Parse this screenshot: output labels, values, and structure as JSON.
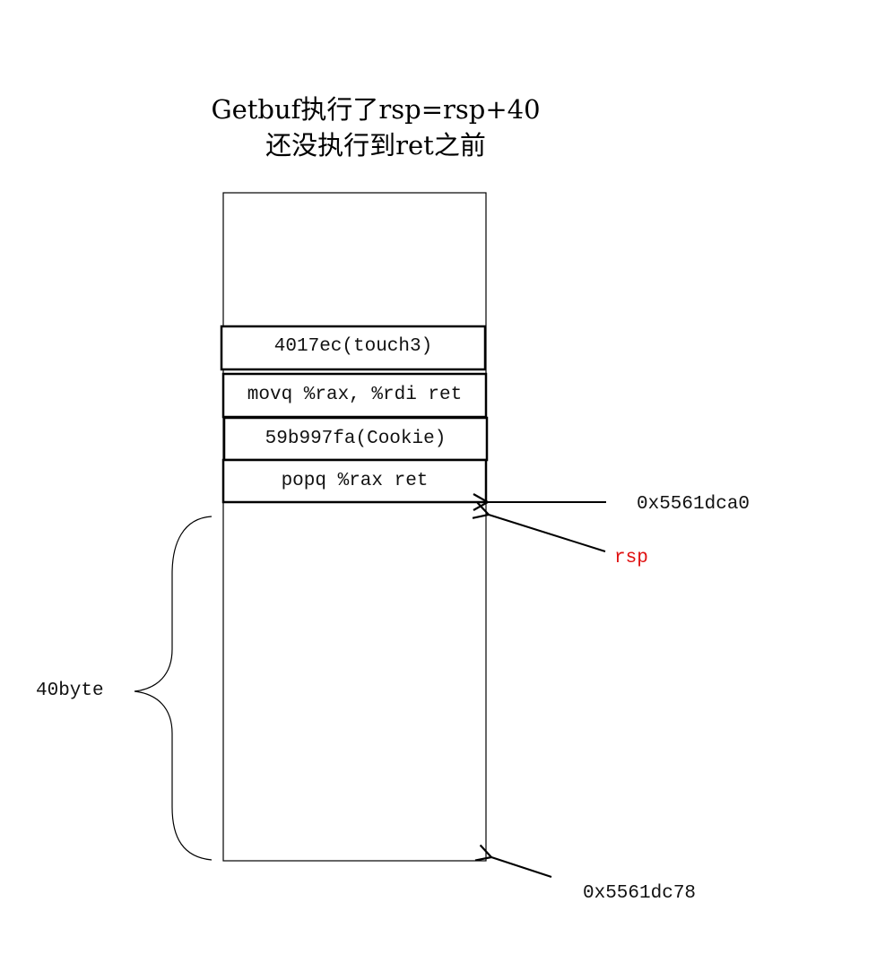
{
  "title": {
    "line1": "Getbuf执行了rsp=rsp+40",
    "line2": "还没执行到ret之前"
  },
  "stack": {
    "cells": [
      {
        "label": "4017ec(touch3)"
      },
      {
        "label": "movq %rax, %rdi ret"
      },
      {
        "label": "59b997fa(Cookie)"
      },
      {
        "label": "popq %rax ret"
      }
    ]
  },
  "annotations": {
    "top_address": "0x5561dca0",
    "rsp_label": "rsp",
    "bottom_address": "0x5561dc78",
    "buffer_size": "40byte"
  },
  "colors": {
    "rsp_label": "#e01010",
    "stroke": "#000000"
  }
}
